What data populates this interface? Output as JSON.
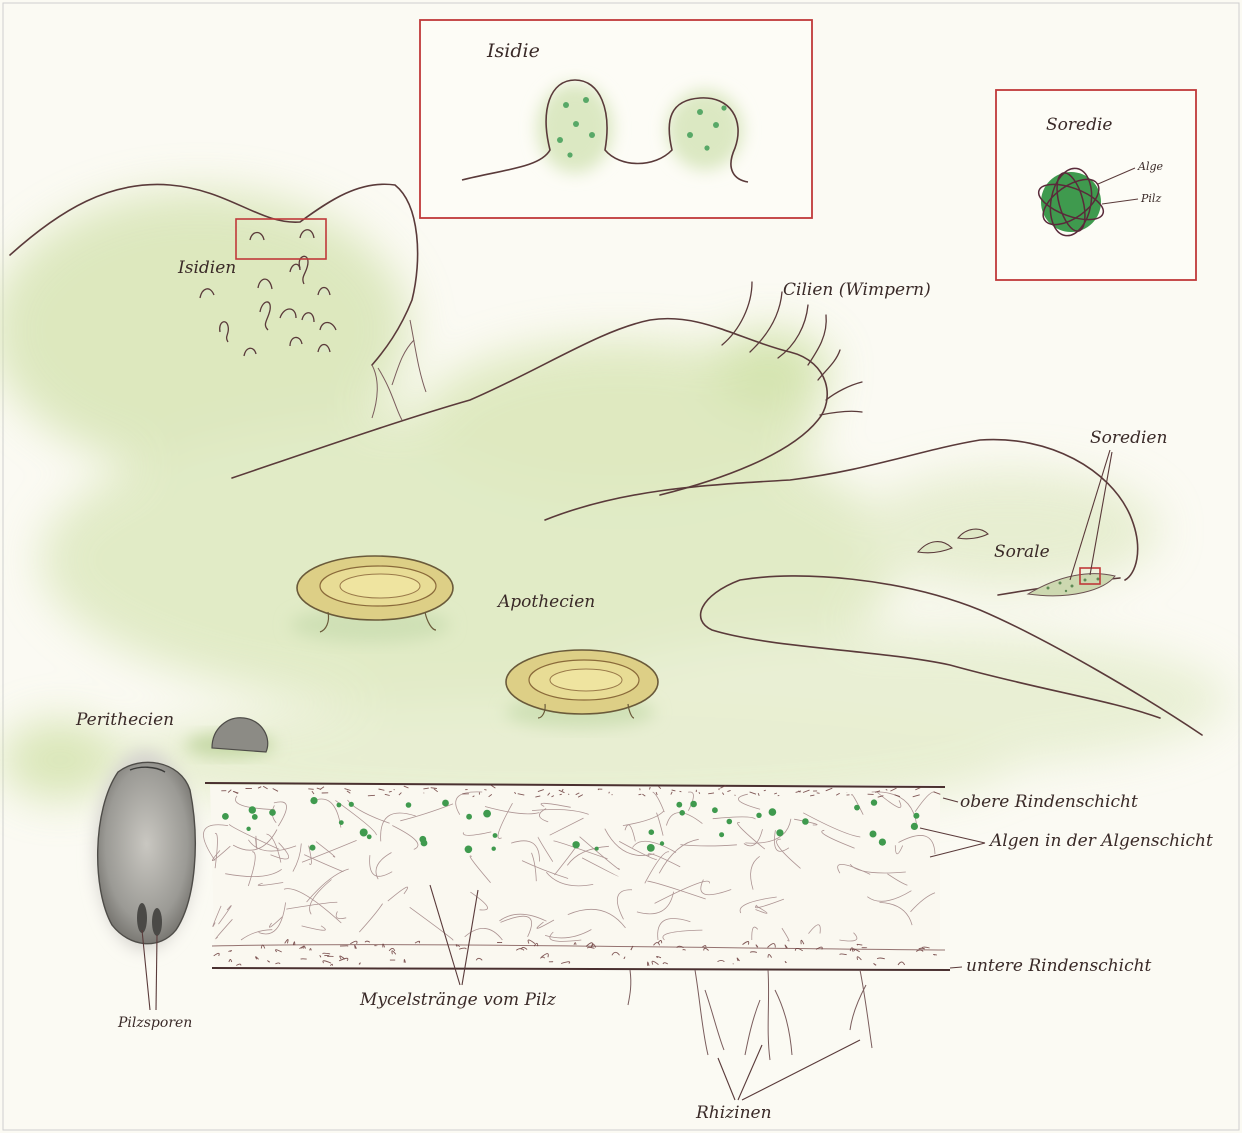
{
  "colors": {
    "paper": "#fbfaf3",
    "outline": "#5a3a3a",
    "thallus_green": "#cfe0a8",
    "alga_green": "#3f9a4e",
    "apothecium_yellow": "#d8c87a",
    "box_red": "#c0393a",
    "hyphae": "#9a7c7c",
    "perithecium_grey": "#9b9a95"
  },
  "labels": {
    "isidie": "Isidie",
    "soredie": "Soredie",
    "alge": "Alge",
    "pilz": "Pilz",
    "isidien": "Isidien",
    "cilien": "Cilien (Wimpern)",
    "soredien": "Soredien",
    "sorale": "Sorale",
    "apothecien": "Apothecien",
    "perithecien": "Perithecien",
    "obere_rinde": "obere Rindenschicht",
    "algen": "Algen in der Algenschicht",
    "untere_rinde": "untere Rindenschicht",
    "mycel": "Mycelstränge vom Pilz",
    "pilzsporen": "Pilzsporen",
    "rhizinen": "Rhizinen"
  }
}
